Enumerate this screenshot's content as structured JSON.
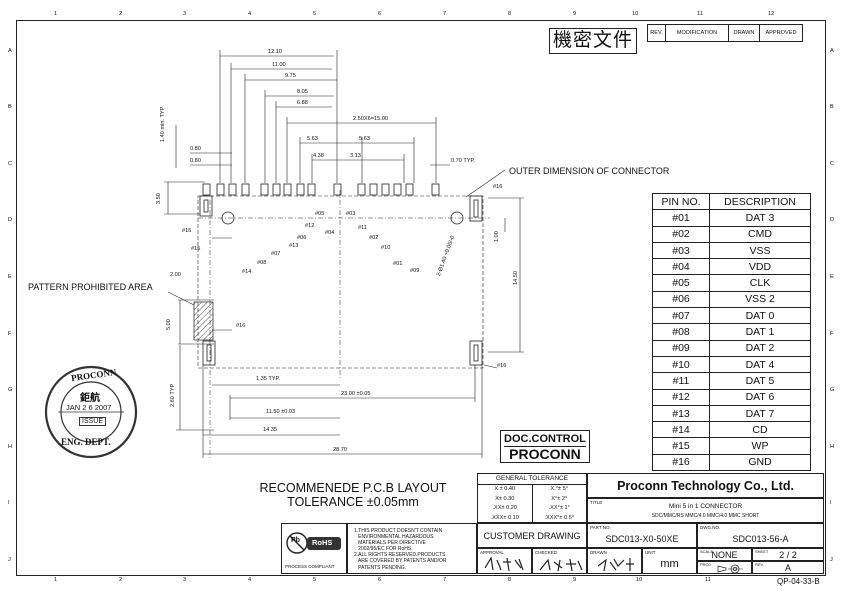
{
  "secret_stamp": "機密文件",
  "rev_table": {
    "rev": "REV.",
    "modification": "MODIFICATION",
    "drawn": "DRAWN",
    "approved": "APPROVED"
  },
  "grid": {
    "cols": [
      "1",
      "2",
      "3",
      "4",
      "5",
      "6",
      "7",
      "8",
      "9",
      "10",
      "11",
      "12"
    ],
    "rows": [
      "A",
      "B",
      "C",
      "D",
      "E",
      "F",
      "G",
      "H",
      "I",
      "J"
    ]
  },
  "dimensions": {
    "d12_10": "12.10",
    "d11_00": "11.00",
    "d9_75": "9.75",
    "d8_05": "8.05",
    "d6_88": "6.88",
    "d2_50x6": "2.50X6=15.00",
    "d5_63a": "5.63",
    "d5_63b": "5.63",
    "d4_38": "4.38",
    "d3_13": "3.13",
    "d0_80a": "0.80",
    "d0_80b": "0.80",
    "d1_40min": "1.40 min. TYP",
    "d0_70typ": "0.70 TYP.",
    "d3_50": "3.50",
    "d1_00": "1.00",
    "d14_50": "14.50",
    "d2_00": "2.00",
    "d5_00": "5.00",
    "d2_60typ": "2.60 TYP",
    "d1_35typ": "1.35 TYP.",
    "d23_00": "23.00 ±0.05",
    "d11_50": "11.50 ±0.03",
    "d14_35": "14.35",
    "d28_70": "28.70",
    "dhole": "2-Ø1.40 +0.05/-0"
  },
  "labels": {
    "outer_dimension": "OUTER DIMENSION OF CONNECTOR",
    "pattern_prohibited": "PATTERN PROHIBITED AREA",
    "pins": {
      "p16a": "#16",
      "p16b": "#16",
      "p16c": "#16",
      "p16d": "#16",
      "p15": "#15",
      "p14": "#14",
      "p13": "#13",
      "p12": "#12",
      "p11": "#11",
      "p10": "#10",
      "p09": "#09",
      "p08": "#08",
      "p07": "#07",
      "p06": "#06",
      "p05": "#05",
      "p04": "#04",
      "p03": "#03",
      "p02": "#02",
      "p01": "#01"
    }
  },
  "pin_table": {
    "header": {
      "pin": "PIN NO.",
      "desc": "DESCRIPTION"
    },
    "rows": [
      {
        "pin": "#01",
        "desc": "DAT 3"
      },
      {
        "pin": "#02",
        "desc": "CMD"
      },
      {
        "pin": "#03",
        "desc": "VSS"
      },
      {
        "pin": "#04",
        "desc": "VDD"
      },
      {
        "pin": "#05",
        "desc": "CLK"
      },
      {
        "pin": "#06",
        "desc": "VSS 2"
      },
      {
        "pin": "#07",
        "desc": "DAT 0"
      },
      {
        "pin": "#08",
        "desc": "DAT 1"
      },
      {
        "pin": "#09",
        "desc": "DAT 2"
      },
      {
        "pin": "#10",
        "desc": "DAT 4"
      },
      {
        "pin": "#11",
        "desc": "DAT 5"
      },
      {
        "pin": "#12",
        "desc": "DAT 6"
      },
      {
        "pin": "#13",
        "desc": "DAT 7"
      },
      {
        "pin": "#14",
        "desc": "CD"
      },
      {
        "pin": "#15",
        "desc": "WP"
      },
      {
        "pin": "#16",
        "desc": "GND"
      }
    ]
  },
  "pcb_layout_title": "RECOMMENEDE P.C.B LAYOUT",
  "tolerance_note": "TOLERANCE ±0.05mm",
  "doc_control": {
    "line1": "DOC.CONTROL",
    "line2": "PROCONN"
  },
  "eng_stamp": {
    "top": "PROCONN",
    "center_chinese": "鉅航",
    "date": "JAN 2 6 2007",
    "issue": "ISSUE",
    "bottom": "ENG.  DEPT."
  },
  "general_tolerance": {
    "title": "GENERAL TOLERANCE",
    "rows": [
      {
        "a": "X.± 0.40",
        "b": "X.°± 5°"
      },
      {
        "a": "X± 0.30",
        "b": "X°± 2°"
      },
      {
        "a": ".XX± 0.20",
        "b": ".XX°± 1°"
      },
      {
        "a": ".XXX± 0.10",
        "b": ".XXX°± 0.5°"
      }
    ]
  },
  "company": "Proconn Technology Co., Ltd.",
  "title_label": "TITLE",
  "product_title": "Mini 5 in 1 CONNECTOR",
  "product_subtitle": "SDC/MMC/RS MMC/4.0 MMC/4.0 MMC SHORT",
  "customer_drawing": "CUSTOMER DRAWING",
  "part_no_label": "PART NO.",
  "part_no": "SDC013-X0-50XE",
  "dwg_no_label": "DWG.NO.",
  "dwg_no": "SDC013-56-A",
  "approval_label": "APPROVAL",
  "checked_label": "CHECKED",
  "drawn_label": "DRAWN",
  "unit_label": "UNIT",
  "unit": "mm",
  "scale_label": "SCALE",
  "scale": "NONE",
  "sheet_label": "SHEET",
  "sheet": "2 / 2",
  "rev_label": "REV.",
  "rev": "A",
  "proj_label": "PROJ.",
  "rohs": {
    "pb": "Pb",
    "rohs": "RoHS",
    "caption": "PROCESS COMPLIANT"
  },
  "notes": [
    "1.THIS PRODUCT DOESN'T CONTAIN",
    "   ENVIRONMENTAL HAZARDOUS",
    "   MATERIALS PER DIRECTIVE",
    "   2002/95/EC FOR RoHS.",
    "2.ALL RIGHTS RESERVED.PRODUCTS",
    "   ARE COVERED BY PATENTS AND/OR",
    "   PATENTS PENDING."
  ],
  "doc_code": "QP-04-33-B"
}
